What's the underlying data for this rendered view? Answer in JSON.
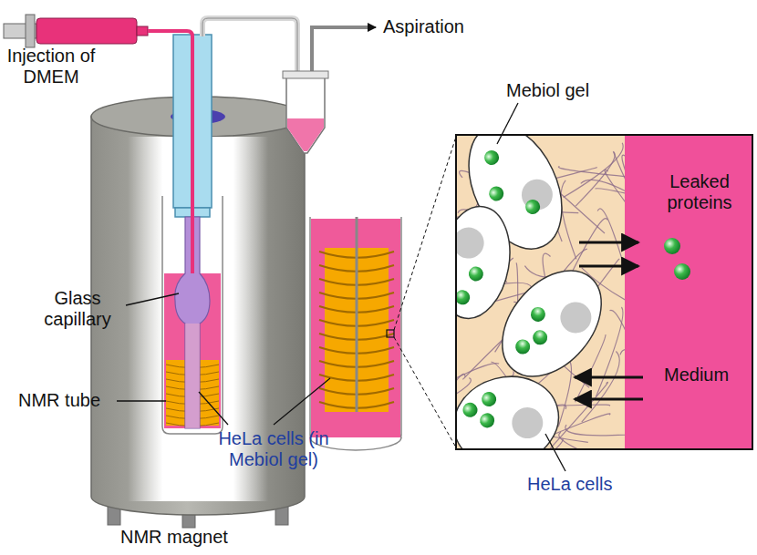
{
  "diagram": {
    "labels": [
      "Injection of DMEM",
      "Aspiration",
      "Glass capillary",
      "NMR tube",
      "HeLa cells (in Mebiol gel)",
      "NMR magnet",
      "Mebiol gel",
      "Leaked proteins",
      "Medium",
      "HeLa cells"
    ]
  }
}
